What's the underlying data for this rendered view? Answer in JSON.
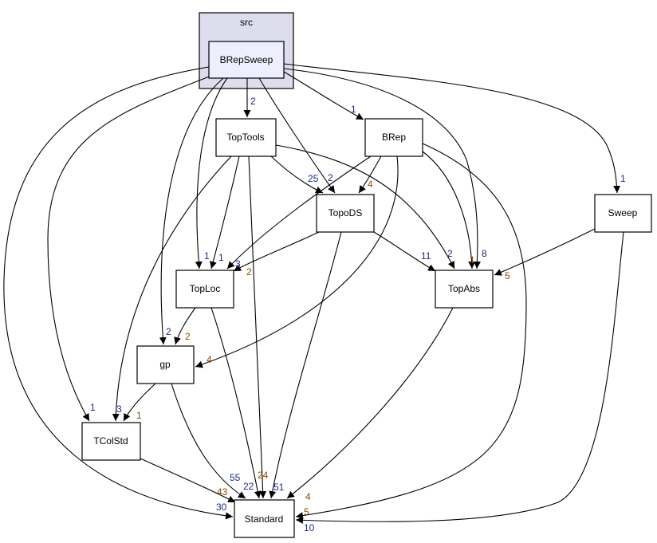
{
  "cluster": {
    "label": "src",
    "fill": "#ddddee"
  },
  "nodes": {
    "brepsweep": "BRepSweep",
    "toptools": "TopTools",
    "brep": "BRep",
    "topods": "TopoDS",
    "sweep": "Sweep",
    "toploc": "TopLoc",
    "topabs": "TopAbs",
    "gp": "gp",
    "tcolstd": "TColStd",
    "standard": "Standard"
  },
  "highlight_fill": "#eeeeff",
  "edge_labels": {
    "brepsweep_toptools": "2",
    "brepsweep_brep": "1",
    "brepsweep_sweep": "1",
    "brepsweep_topods": "2",
    "brepsweep_topabs": "8",
    "brepsweep_toploc": "1",
    "brepsweep_gp": "2",
    "brepsweep_tcolstd": "1",
    "brepsweep_standard": "30",
    "toptools_topods": "25",
    "toptools_topabs": "2",
    "toptools_toploc": "1",
    "toptools_tcolstd": "3",
    "toptools_standard": "22",
    "brep_topods": "4",
    "brep_toploc": "3",
    "brep_topabs": "1",
    "brep_gp": "4",
    "brep_standard": "10",
    "topods_toploc": "2",
    "topods_topabs": "11",
    "topods_standard": "51",
    "sweep_topabs": "5",
    "sweep_standard": "5",
    "toploc_gp": "2",
    "toploc_standard": "24",
    "topabs_standard": "4",
    "gp_tcolstd": "1",
    "gp_standard": "55",
    "tcolstd_standard": "43"
  }
}
